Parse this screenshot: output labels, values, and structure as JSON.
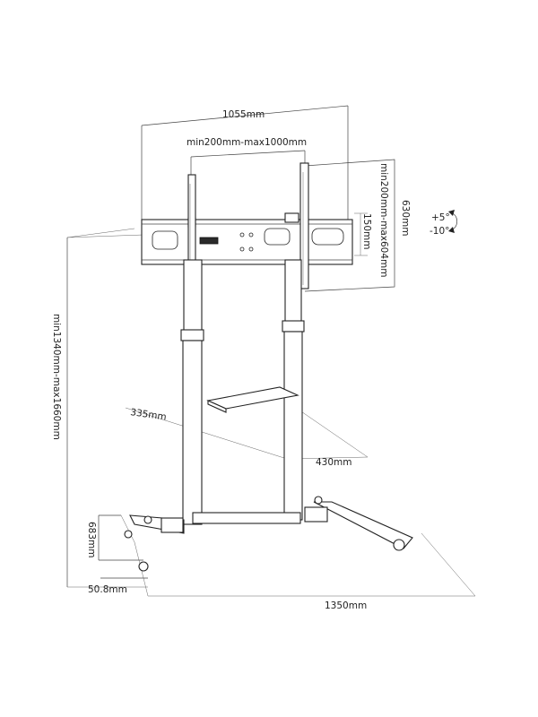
{
  "dimensions": {
    "overall_width": "1055mm",
    "vesa_horizontal": "min200mm-max1000mm",
    "plate_height": "630mm",
    "vesa_vertical": "min200mm-max604mm",
    "bracket_height": "150mm",
    "tilt": [
      "+5°",
      "-10°"
    ],
    "total_height": "min1340mm-max1660mm",
    "shelf_depth": "335mm",
    "shelf_width": "430mm",
    "base_depth": "683mm",
    "tube_diameter": "50.8mm",
    "base_width": "1350mm"
  },
  "icons": {
    "tilt": "tilt-arrow-icon"
  },
  "colors": {
    "line": "#444444",
    "part": "#222222"
  }
}
